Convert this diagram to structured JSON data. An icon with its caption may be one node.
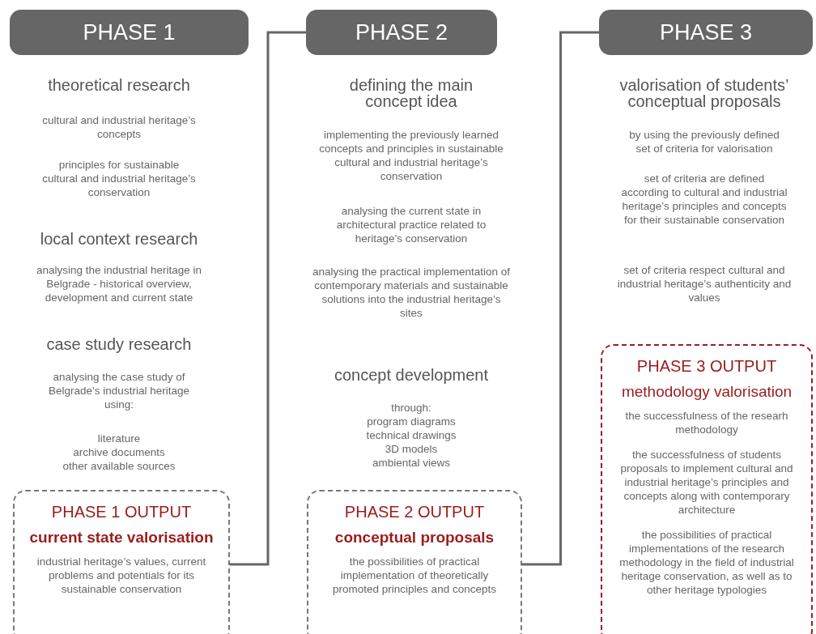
{
  "diagram": {
    "nodes": [
      {
        "text": [
          "PHASE 1"
        ]
      },
      {
        "text": [
          "PHASE 2"
        ]
      },
      {
        "text": [
          "PHASE 3"
        ]
      },
      {
        "text": [
          "PHASE 1 OUTPUT",
          "current state valorisation",
          "industrial heritage’s values, current problems and potentials for its sustainable conservation"
        ]
      },
      {
        "text": [
          "PHASE 2 OUTPUT",
          "conceptual proposals",
          "the possibilities of practical implementation of theoretically promoted principles and concepts"
        ]
      },
      {
        "text": [
          "PHASE 3 OUTPUT",
          "methodology valorisation",
          "the successfulness of the researh methodology",
          "the successfulness of students proposals to implement cultural and industrial heritage’s principles and concepts along with contemporary architecture",
          "the possibilities of practical implementations of the research methodology in the field of industrial heritage conservation, as well as to other heritage typologies"
        ]
      }
    ],
    "edges": [
      {
        "from": 3,
        "to": 1,
        "arrow": "none"
      },
      {
        "from": 4,
        "to": 2,
        "arrow": "none"
      }
    ],
    "labels": [
      "theoretical research",
      "cultural and industrial heritage’s concepts",
      "principles for sustainable cultural and industrial heritage’s conservation",
      "local context research",
      "analysing the industrial heritage in Belgrade - historical overview, development and current state",
      "case study research",
      "analysing the case study of Belgrade’s industrial heritage using:",
      "literature",
      "archive documents",
      "other available sources",
      "defining the main concept idea",
      "implementing the previously learned concepts and principles in sustainable cultural and industrial heritage’s conservation",
      "analysing the current state in architectural practice related to heritage’s conservation",
      "analysing the practical implementation of contemporary materials and sustainable solutions into the industrial heritage’s sites",
      "concept development",
      "through:",
      "program diagrams",
      "technical drawings",
      "3D models",
      "ambiental views",
      "valorisation of students’ conceptual proposals",
      "by using the previously defined set of criteria for valorisation",
      "set of criteria are defined according to cultural and industrial heritage’s principles and concepts for their sustainable conservation",
      "set of criteria respect cultural and industrial heritage’s authenticity and values"
    ]
  }
}
